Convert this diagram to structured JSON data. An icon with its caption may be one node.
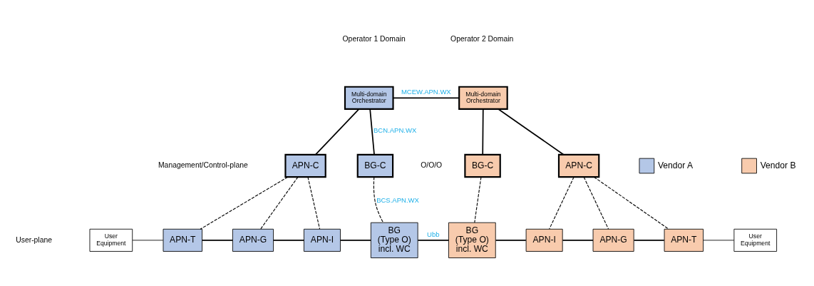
{
  "diagram": {
    "nodes": [
      {
        "text": [
          "Multi-domain Orchestrator"
        ]
      },
      {
        "text": [
          "APN-C"
        ]
      },
      {
        "text": [
          "BG-C"
        ]
      },
      {
        "text": [
          "APN-T"
        ]
      },
      {
        "text": [
          "APN-G"
        ]
      },
      {
        "text": [
          "APN-I"
        ]
      },
      {
        "text": [
          "BG (Type O) incl. WC"
        ]
      },
      {
        "text": [
          "User Equipment"
        ]
      },
      {
        "text": [
          "Multi-domain Orchestrator"
        ]
      },
      {
        "text": [
          "BG-C"
        ]
      },
      {
        "text": [
          "APN-C"
        ]
      },
      {
        "text": [
          "BG (Type O) incl. WC"
        ]
      },
      {
        "text": [
          "APN-I"
        ]
      },
      {
        "text": [
          "APN-G"
        ]
      },
      {
        "text": [
          "APN-T"
        ]
      },
      {
        "text": [
          "User Equipment"
        ]
      }
    ],
    "edges": [
      {
        "from": 0,
        "to": 8,
        "arrow": "none",
        "label": "MCEW.APN.WX"
      },
      {
        "from": 0,
        "to": 1,
        "arrow": "none"
      },
      {
        "from": 0,
        "to": 2,
        "arrow": "none",
        "label": "BCN.APN.WX"
      },
      {
        "from": 1,
        "to": 3,
        "arrow": "none",
        "style": "dashed"
      },
      {
        "from": 1,
        "to": 4,
        "arrow": "none",
        "style": "dashed"
      },
      {
        "from": 1,
        "to": 5,
        "arrow": "none",
        "style": "dashed"
      },
      {
        "from": 2,
        "to": 6,
        "arrow": "none",
        "style": "dashed",
        "label": "BCS.APN.WX"
      },
      {
        "from": 7,
        "to": 3,
        "arrow": "none"
      },
      {
        "from": 3,
        "to": 4,
        "arrow": "none"
      },
      {
        "from": 4,
        "to": 5,
        "arrow": "none"
      },
      {
        "from": 5,
        "to": 6,
        "arrow": "none"
      },
      {
        "from": 6,
        "to": 11,
        "arrow": "none",
        "label": "Ubb"
      },
      {
        "from": 8,
        "to": 9,
        "arrow": "none"
      },
      {
        "from": 8,
        "to": 10,
        "arrow": "none"
      },
      {
        "from": 9,
        "to": 11,
        "arrow": "none",
        "style": "dashed"
      },
      {
        "from": 10,
        "to": 12,
        "arrow": "none",
        "style": "dashed"
      },
      {
        "from": 10,
        "to": 13,
        "arrow": "none",
        "style": "dashed"
      },
      {
        "from": 10,
        "to": 14,
        "arrow": "none",
        "style": "dashed"
      },
      {
        "from": 11,
        "to": 12,
        "arrow": "none"
      },
      {
        "from": 12,
        "to": 13,
        "arrow": "none"
      },
      {
        "from": 13,
        "to": 14,
        "arrow": "none"
      },
      {
        "from": 14,
        "to": 15,
        "arrow": "none"
      }
    ],
    "labels": [
      "Operator 1 Domain",
      "Operator 2 Domain",
      "Management/Control-plane",
      "User-plane",
      "O/O/O"
    ],
    "legend": [
      {
        "text": "Vendor A",
        "color": "#b4c7e7"
      },
      {
        "text": "Vendor B",
        "color": "#f8cbad"
      }
    ]
  }
}
